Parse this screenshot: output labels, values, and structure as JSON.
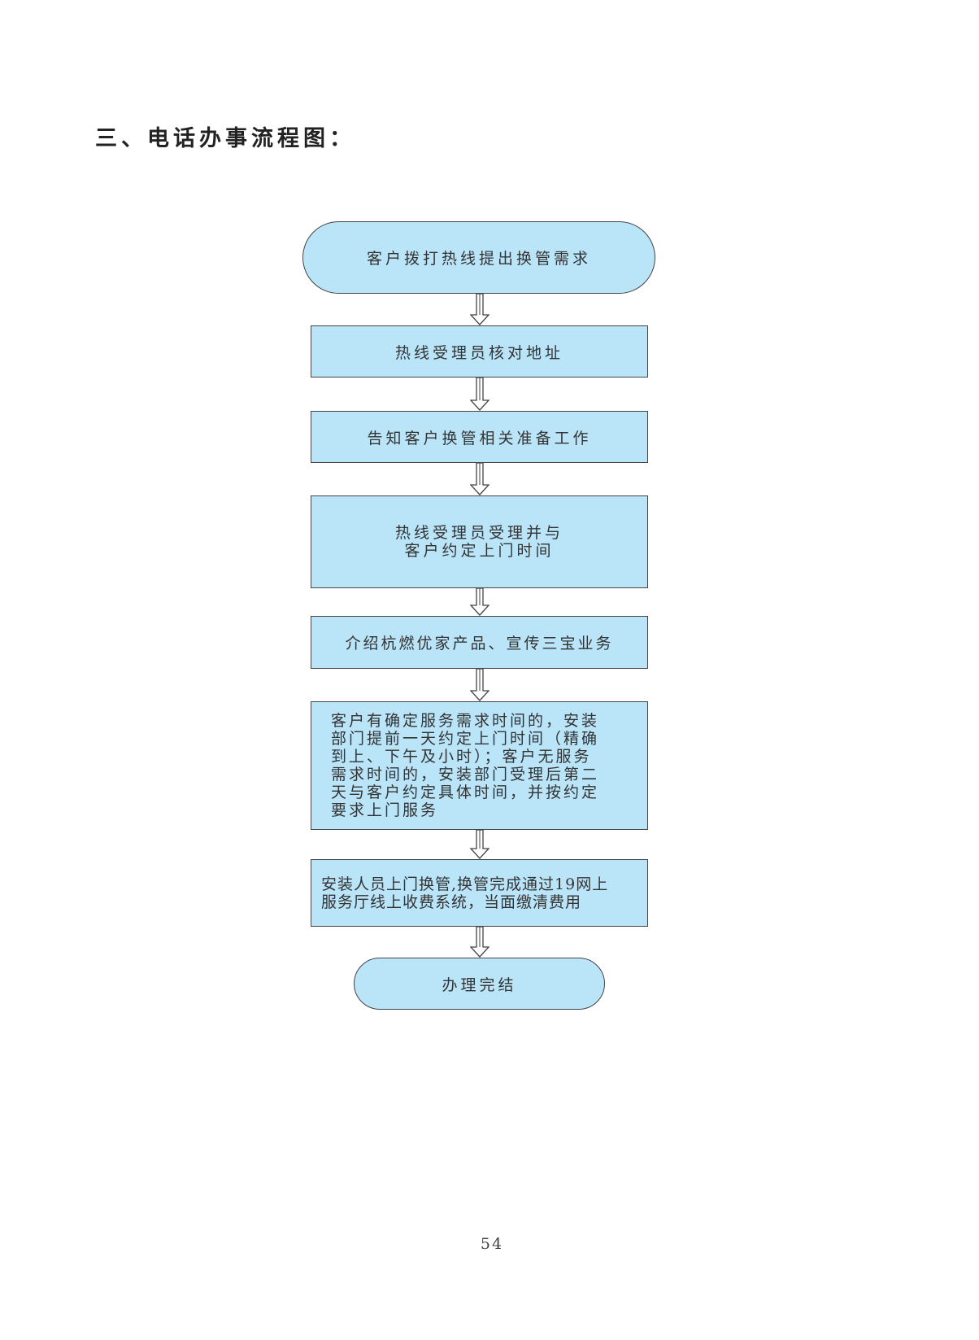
{
  "heading": "三、电话办事流程图：",
  "flow": {
    "start": "客户拨打热线提出换管需求",
    "step1": "热线受理员核对地址",
    "step2": "告知客户换管相关准备工作",
    "step3": "热线受理员受理并与\n客户约定上门时间",
    "step4": "介绍杭燃优家产品、宣传三宝业务",
    "step5": "客户有确定服务需求时间的，安装\n部门提前一天约定上门时间（精确\n到上、下午及小时）；客户无服务\n需求时间的，安装部门受理后第二\n天与客户约定具体时间，并按约定\n要求上门服务",
    "step6": "安装人员上门换管,换管完成通过19网上\n服务厅线上收费系统，当面缴清费用",
    "end": "办理完结"
  },
  "page_number": "54",
  "colors": {
    "box_fill": "#bae5f9",
    "border": "#444444"
  }
}
